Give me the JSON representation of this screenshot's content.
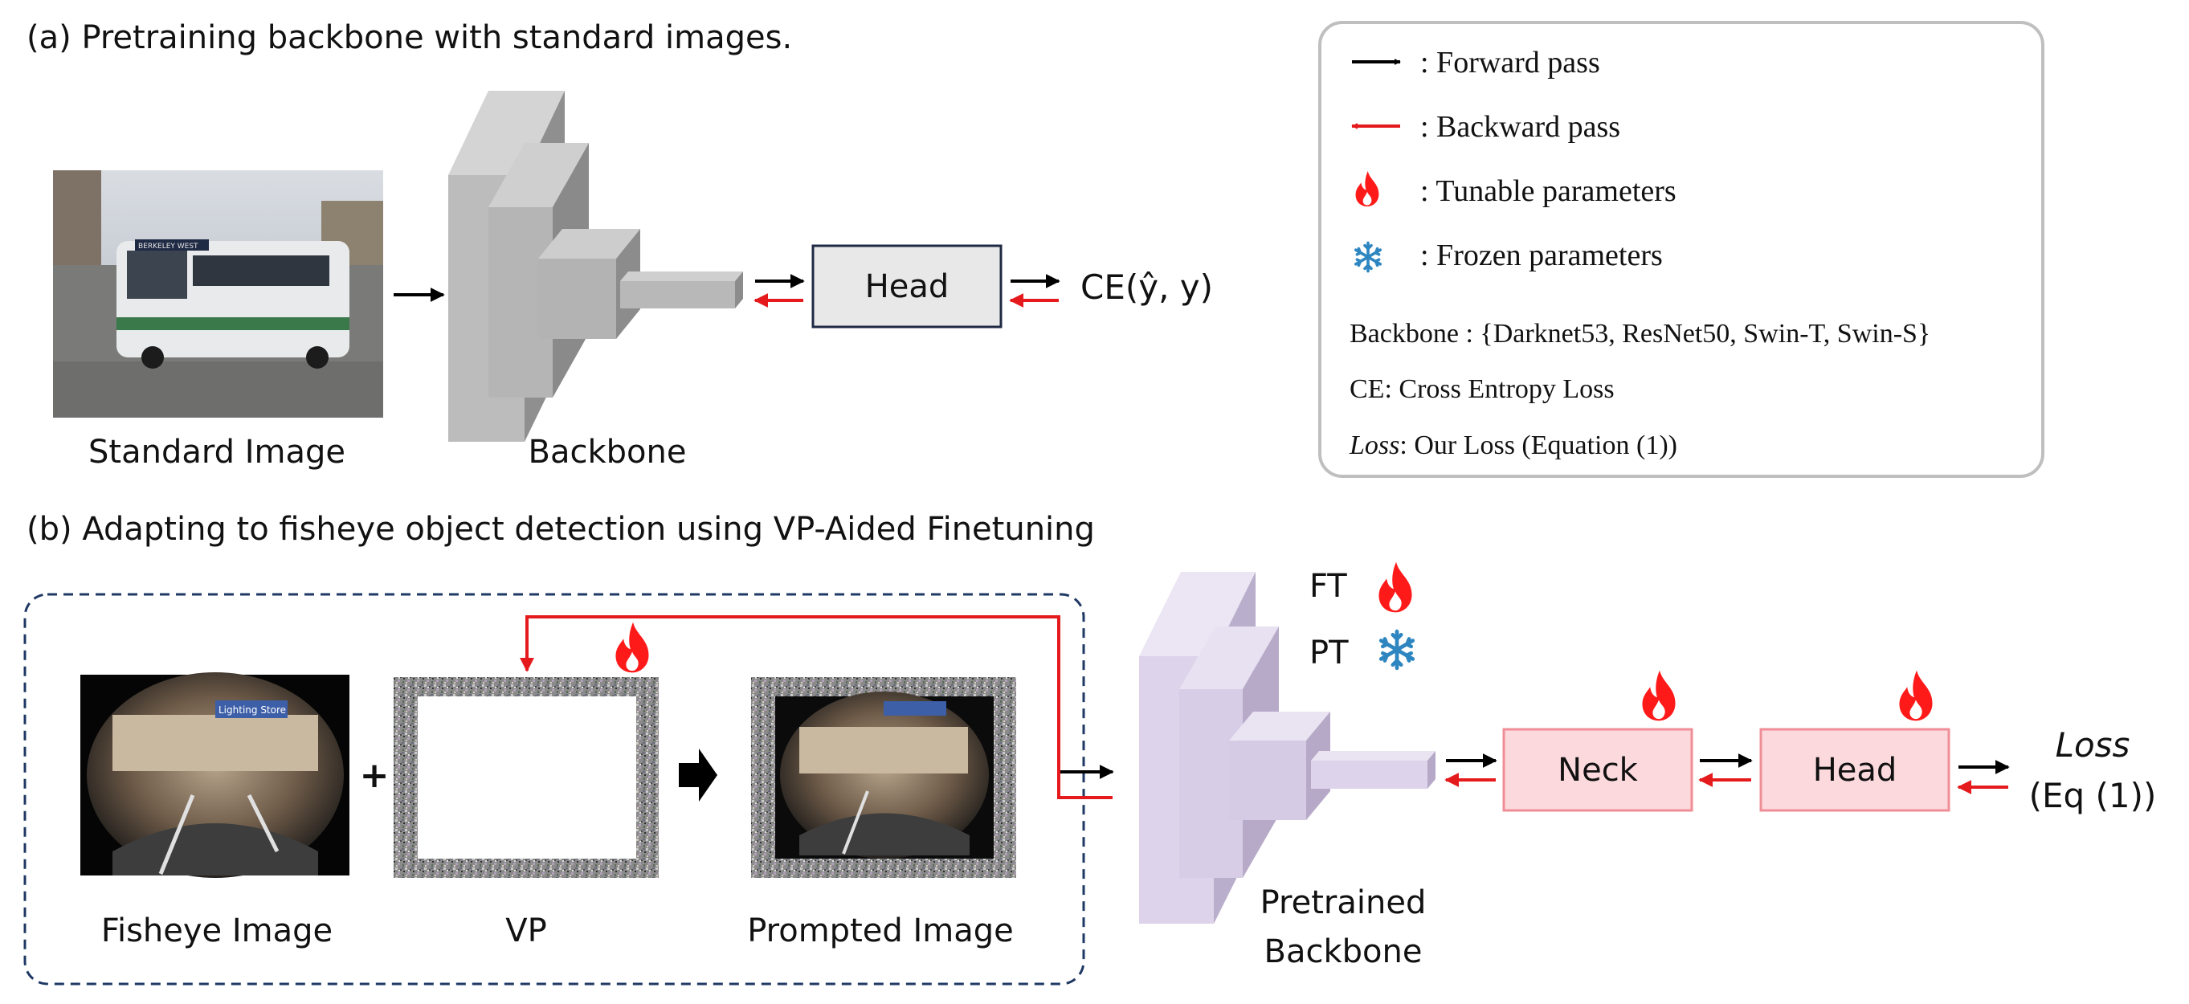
{
  "part_a": {
    "title": "(a) Pretraining backbone with standard images.",
    "standard_image_label": "Standard Image",
    "bus_sign": "BERKELEY WEST",
    "backbone_label": "Backbone",
    "head_label": "Head",
    "loss_label": "CE(ŷ, y)"
  },
  "legend": {
    "forward": ": Forward pass",
    "backward": ": Backward pass",
    "tunable": ": Tunable parameters",
    "frozen": ": Frozen parameters",
    "backbone_def": "Backbone : {Darknet53, ResNet50, Swin-T, Swin-S}",
    "ce_def": "CE: Cross Entropy Loss",
    "loss_def_term": "Loss",
    "loss_def_rest": ": Our Loss (Equation (1))"
  },
  "part_b": {
    "title": "(b) Adapting to fisheye object detection using VP-Aided Finetuning",
    "fisheye_label": "Fisheye Image",
    "fisheye_sign": "Lighting Store",
    "plus": "+",
    "vp_label": "VP",
    "prompted_label": "Prompted Image",
    "ft_label": "FT",
    "pt_label": "PT",
    "pretrained_line1": "Pretrained",
    "pretrained_line2": "Backbone",
    "neck_label": "Neck",
    "head_label": "Head",
    "loss_term": "Loss",
    "loss_eq": "(Eq (1))"
  },
  "colors": {
    "forward_arrow": "#000000",
    "backward_arrow": "#e41a1c",
    "grey_block": "#bdbdbd",
    "lavender_block": "#ddd3ea",
    "pink_box_fill": "#fcd9dd",
    "pink_box_stroke": "#ef8e97",
    "flame": "#ff1a1a",
    "snowflake": "#2e86c1",
    "dashed_border": "#1f3864"
  },
  "icons": [
    "flame-icon",
    "snowflake-icon",
    "forward-arrow-icon",
    "backward-arrow-icon",
    "block-arrow-icon"
  ]
}
